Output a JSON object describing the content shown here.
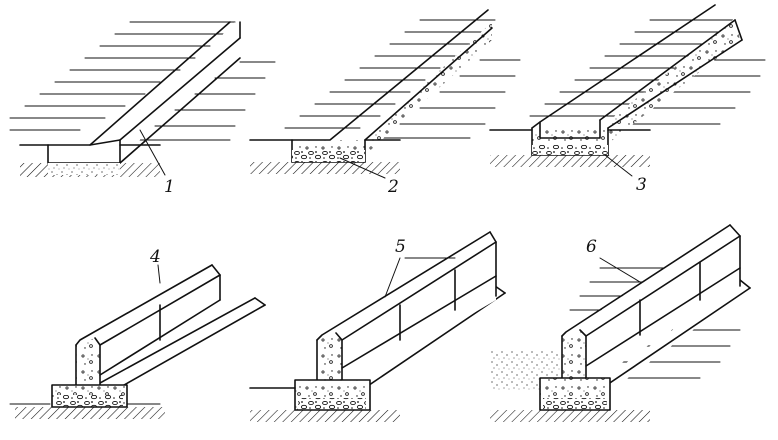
{
  "labels": {
    "one": "1",
    "two": "2",
    "three": "3",
    "four": "4",
    "five": "5",
    "six": "6"
  },
  "style": {
    "ink": "#111111",
    "paper": "#ffffff"
  }
}
